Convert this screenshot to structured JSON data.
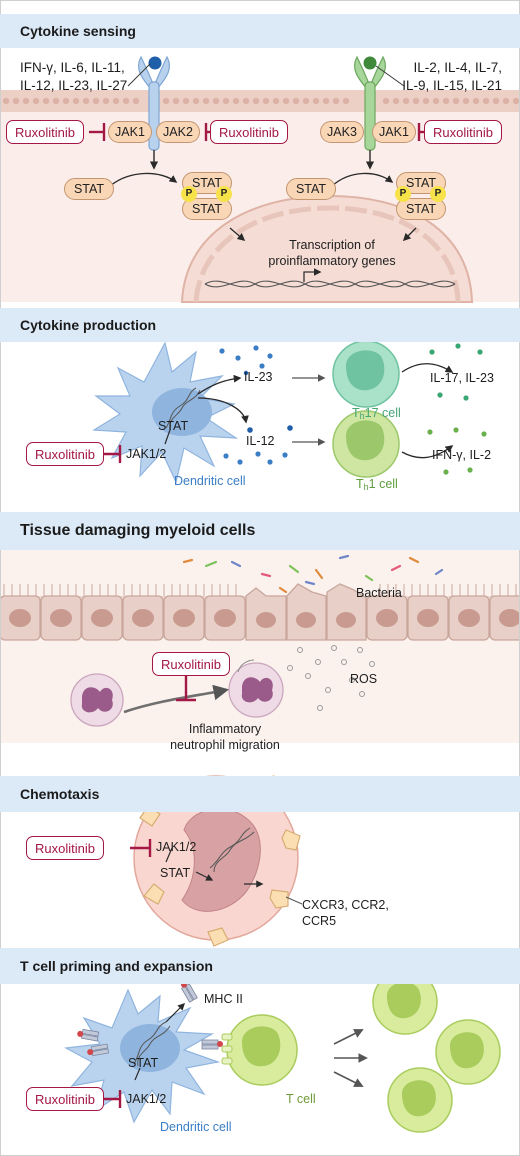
{
  "panels": {
    "cytokine_sensing": {
      "title": "Cytokine sensing",
      "left_cytokines_line1": "IFN-γ, IL-6, IL-11,",
      "left_cytokines_line2": "IL-12, IL-23, IL-27",
      "right_cytokines_line1": "IL-2, IL-4, IL-7,",
      "right_cytokines_line2": "IL-9, IL-15, IL-21",
      "jak1": "JAK1",
      "jak2": "JAK2",
      "jak3": "JAK3",
      "stat": "STAT",
      "p": "P",
      "transcription_line1": "Transcription of",
      "transcription_line2": "proinflammatory genes"
    },
    "cytokine_production": {
      "title": "Cytokine production",
      "il23": "IL-23",
      "il12": "IL-12",
      "stat": "STAT",
      "jak12": "JAK1/2",
      "dendritic_cell": "Dendritic cell",
      "th17_output": "IL-17, IL-23",
      "th1_output": "IFN-γ, IL-2",
      "th17_T": "T",
      "th17_sub": "h",
      "th17_rest": "17 cell",
      "th1_T": "T",
      "th1_sub": "h",
      "th1_rest": "1 cell"
    },
    "tissue_damage": {
      "title": "Tissue damaging myeloid cells",
      "bacteria": "Bacteria",
      "ros": "ROS",
      "migration_line1": "Inflammatory",
      "migration_line2": "neutrophil migration"
    },
    "chemotaxis": {
      "title": "Chemotaxis",
      "jak12": "JAK1/2",
      "stat": "STAT",
      "receptors_line1": "CXCR3, CCR2,",
      "receptors_line2": "CCR5"
    },
    "t_cell_priming": {
      "title": "T cell priming and expansion",
      "mhc": "MHC II",
      "stat": "STAT",
      "jak12": "JAK1/2",
      "dendritic_cell": "Dendritic cell",
      "t_cell": "T cell"
    }
  },
  "drug": "Ruxolitinib",
  "colors": {
    "header_band": "#dce9f7",
    "inhibitor": "#a31845",
    "dendritic_cell": "#b9d3ef",
    "th17": "#a9e2c9",
    "th1": "#cfe6a3",
    "t_cell": "#d9ec9e",
    "epithelium": "#ecd6cf",
    "neutrophil": "#eedbe6",
    "pill": "#f8d6b6"
  }
}
